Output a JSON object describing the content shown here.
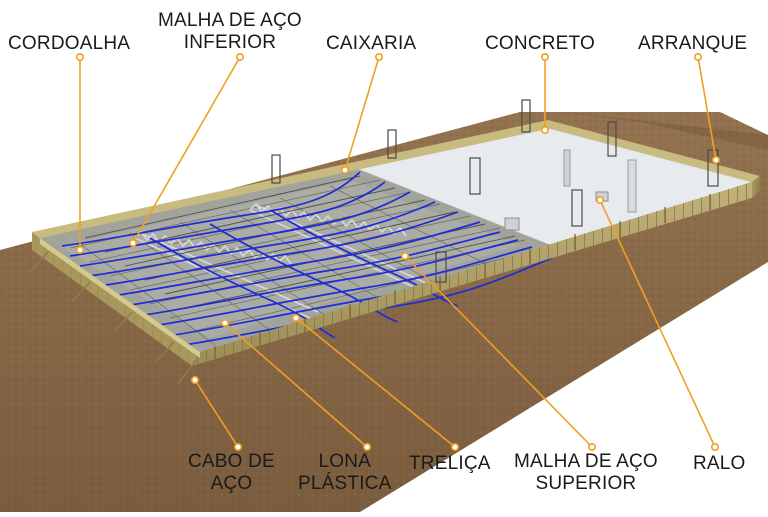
{
  "labels": {
    "cordoalha": "CORDOALHA",
    "malha_inferior": [
      "MALHA DE AÇO",
      "INFERIOR"
    ],
    "caixaria": "CAIXARIA",
    "concreto": "CONCRETO",
    "arranque": "ARRANQUE",
    "cabo_de_aco": [
      "CABO DE",
      "AÇO"
    ],
    "lona_plastica": [
      "LONA",
      "PLÁSTICA"
    ],
    "trelica": "TRELIÇA",
    "malha_superior": [
      "MALHA DE AÇO",
      "SUPERIOR"
    ],
    "ralo": "RALO"
  },
  "colors": {
    "leader": "#f0a020",
    "soil": "#8a6a4a",
    "formwork": "#b5a46a",
    "concrete": "#e6e9ec",
    "cable": "#1f2bd8",
    "plastic": "#9a9a92",
    "rebar": "#5a5a5a"
  }
}
